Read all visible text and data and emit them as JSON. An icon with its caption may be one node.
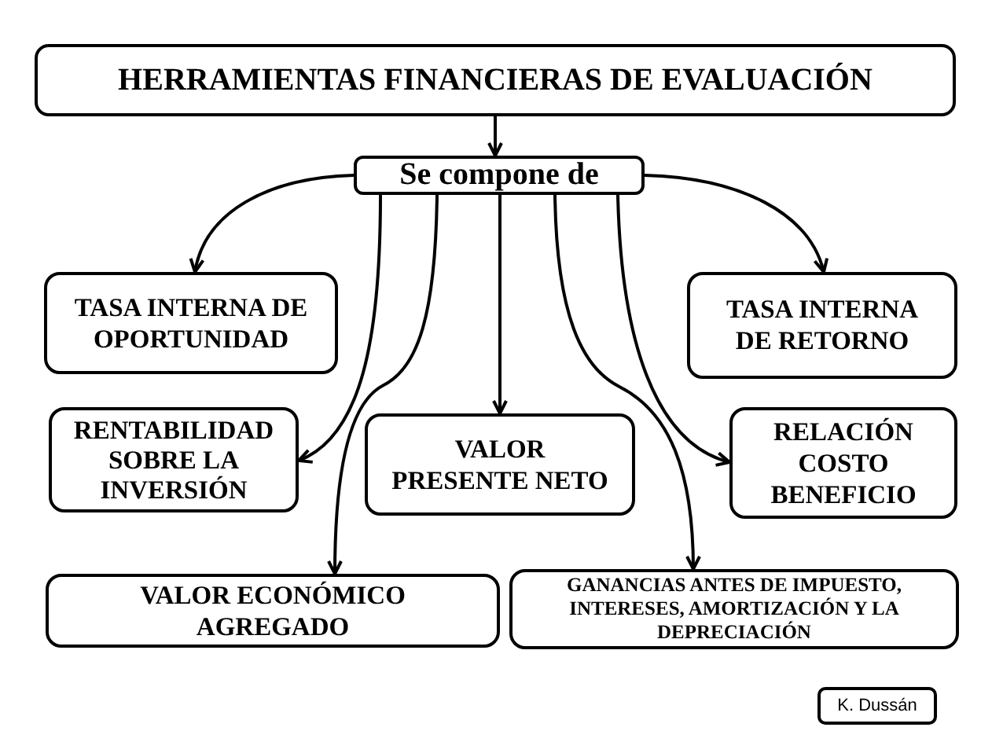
{
  "diagram": {
    "nodes": [
      {
        "text": [
          "HERRAMIENTAS FINANCIERAS DE EVALUACIÓN"
        ]
      },
      {
        "text": [
          "Se compone de"
        ]
      },
      {
        "text": [
          "TASA INTERNA DE OPORTUNIDAD"
        ]
      },
      {
        "text": [
          "TASA INTERNA DE RETORNO"
        ]
      },
      {
        "text": [
          "RENTABILIDAD SOBRE LA INVERSIÓN"
        ]
      },
      {
        "text": [
          "VALOR PRESENTE NETO"
        ]
      },
      {
        "text": [
          "RELACIÓN COSTO BENEFICIO"
        ]
      },
      {
        "text": [
          "VALOR ECONÓMICO AGREGADO"
        ]
      },
      {
        "text": [
          "GANANCIAS ANTES DE IMPUESTO, INTERESES, AMORTIZACIÓN Y LA DEPRECIACIÓN"
        ]
      },
      {
        "text": [
          "K. Dussán"
        ]
      }
    ],
    "edges": [
      {
        "from": 0,
        "to": 1,
        "arrow": "to"
      },
      {
        "from": 1,
        "to": 2,
        "arrow": "to"
      },
      {
        "from": 1,
        "to": 3,
        "arrow": "to"
      },
      {
        "from": 1,
        "to": 4,
        "arrow": "to"
      },
      {
        "from": 1,
        "to": 5,
        "arrow": "to"
      },
      {
        "from": 1,
        "to": 6,
        "arrow": "to"
      },
      {
        "from": 1,
        "to": 7,
        "arrow": "to"
      },
      {
        "from": 1,
        "to": 8,
        "arrow": "to"
      }
    ]
  }
}
